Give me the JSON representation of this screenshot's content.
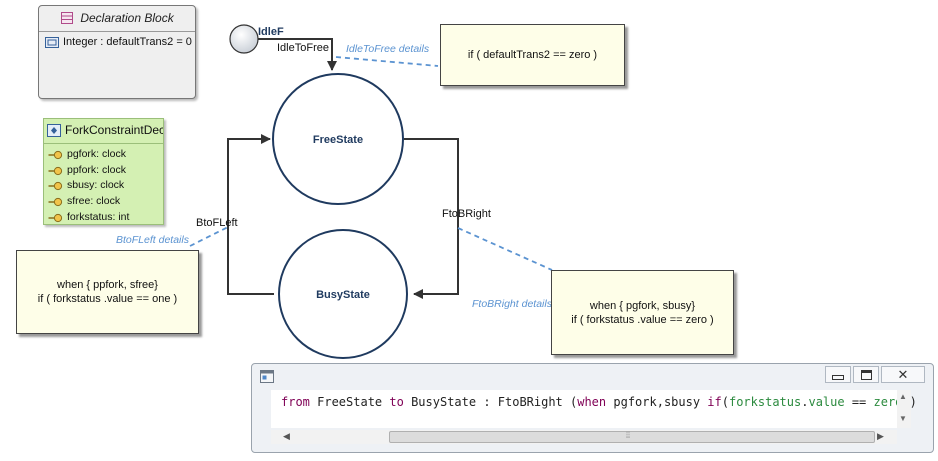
{
  "declaration_block": {
    "title": "Declaration Block",
    "entry": "Integer : defaultTrans2 = 0"
  },
  "fork_block": {
    "title": "ForkConstraintDecl",
    "items": [
      "pgfork: clock",
      "ppfork: clock",
      "sbusy: clock",
      "sfree: clock",
      "forkstatus: int"
    ]
  },
  "states": {
    "initial": "IdleF",
    "free": "FreeState",
    "busy": "BusyState"
  },
  "transitions": {
    "idle_to_free": "IdleToFree",
    "b_to_f_left": "BtoFLeft",
    "f_to_b_right": "FtoBRight"
  },
  "notes": {
    "idle_to_free": {
      "label": "IdleToFree details",
      "text": "if ( defaultTrans2 == zero )"
    },
    "b_to_f_left": {
      "label": "BtoFLeft details",
      "line1": "when { ppfork, sfree}",
      "line2": "if ( forkstatus .value == one )"
    },
    "f_to_b_right": {
      "label": "FtoBRight details",
      "line1": "when { pgfork, sbusy}",
      "line2": "if ( forkstatus .value == zero )"
    }
  },
  "editor": {
    "code": {
      "k1": "from",
      "t1": " FreeState ",
      "k2": "to",
      "t2": " BusyState : FtoBRight (",
      "k3": "when",
      "t3": " pgfork,sbusy ",
      "k4": "if",
      "t4": "(",
      "g1": "forkstatus",
      "t5": ".",
      "g2": "value",
      "t6": " == ",
      "g3": "zero",
      "t7": "))"
    }
  },
  "colors": {
    "state_fill": "#ffffff",
    "state_stroke": "#1f3a5f",
    "state_text": "#1f3a5f",
    "detail_link": "#5b93d1",
    "fork_fill": "#d4f0b3",
    "note_fill": "#fefee8"
  }
}
